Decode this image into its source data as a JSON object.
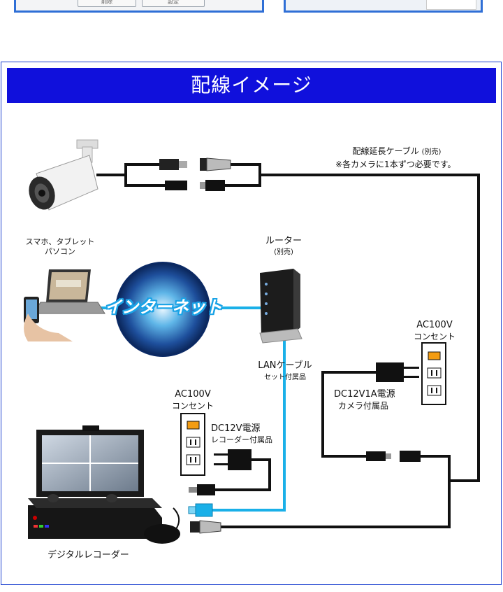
{
  "top_thumbnails": {
    "left_buttons": [
      "削除",
      "設定"
    ]
  },
  "title": "配線イメージ",
  "labels": {
    "extension_cable": "配線延長ケーブル",
    "extension_cable_note": "(別売)",
    "extension_cable_sub": "※各カメラに1本ずつ必要です。",
    "smartphone_pc_1": "スマホ、タブレット",
    "smartphone_pc_2": "パソコン",
    "router": "ルーター",
    "router_note": "(別売)",
    "internet": "インターネット",
    "lan_cable": "LANケーブル",
    "lan_cable_note": "セット付属品",
    "ac_outlet_right_1": "AC100V",
    "ac_outlet_right_2": "コンセント",
    "dc_camera_1": "DC12V1A電源",
    "dc_camera_2": "カメラ付属品",
    "ac_outlet_left_1": "AC100V",
    "ac_outlet_left_2": "コンセント",
    "dc_recorder_1": "DC12V電源",
    "dc_recorder_2": "レコーダー付属品",
    "recorder": "デジタルレコーダー"
  },
  "colors": {
    "title_bg": "#1010dc",
    "frame_border": "#1a3fd0",
    "lan_cable": "#1ab0e8",
    "cable": "#111111",
    "outlet_switch": "#f39c12"
  }
}
